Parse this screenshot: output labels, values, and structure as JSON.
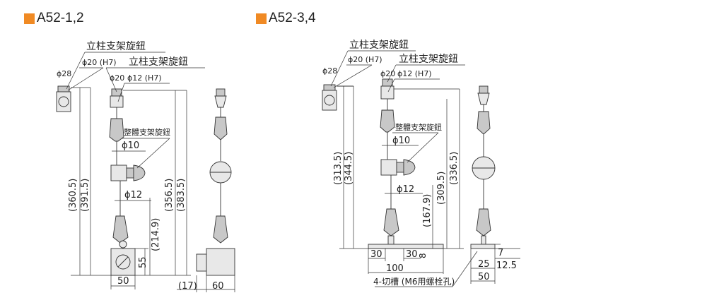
{
  "colors": {
    "accent": "#f08a24",
    "line": "#333333",
    "part_light": "#e8e8e8",
    "part_mid": "#c8c8c8"
  },
  "left": {
    "header": "A52-1,2",
    "labels": {
      "pillar_knob": "立柱支架旋鈕",
      "pillar_knob_2": "立柱支架旋鈕",
      "phi28": "ϕ28",
      "phi20_h7": "ϕ20 (H7)",
      "phi20": "ϕ20",
      "phi12_h7": "ϕ12 (H7)",
      "whole_knob": "整體支架旋鈕",
      "phi10": "ϕ10",
      "phi12": "ϕ12"
    },
    "dims": {
      "d360_5": "(360.5)",
      "d391_5": "(391.5)",
      "d214_9": "(214.9)",
      "d356_5": "(356.5)",
      "d383_5": "(383.5)",
      "d55": "55",
      "d50": "50",
      "d17": "(17)",
      "d60": "60"
    }
  },
  "right": {
    "header": "A52-3,4",
    "labels": {
      "pillar_knob": "立柱支架旋鈕",
      "pillar_knob_2": "立柱支架旋鈕",
      "phi28": "ϕ28",
      "phi20_h7": "ϕ20 (H7)",
      "phi20": "ϕ20",
      "phi12_h7": "ϕ12 (H7)",
      "whole_knob": "整體支架旋鈕",
      "phi10": "ϕ10",
      "phi12": "ϕ12",
      "slot_note": "4-切槽 (M6用螺栓孔)"
    },
    "dims": {
      "d313_5": "(313.5)",
      "d344_5": "(344.5)",
      "d167_9": "(167.9)",
      "d309_5": "(309.5)",
      "d336_5": "(336.5)",
      "d30a": "30",
      "d30b": "30",
      "d8": "8",
      "d100": "100",
      "d7": "7",
      "d25": "25",
      "d12_5": "12.5",
      "d50": "50"
    }
  }
}
